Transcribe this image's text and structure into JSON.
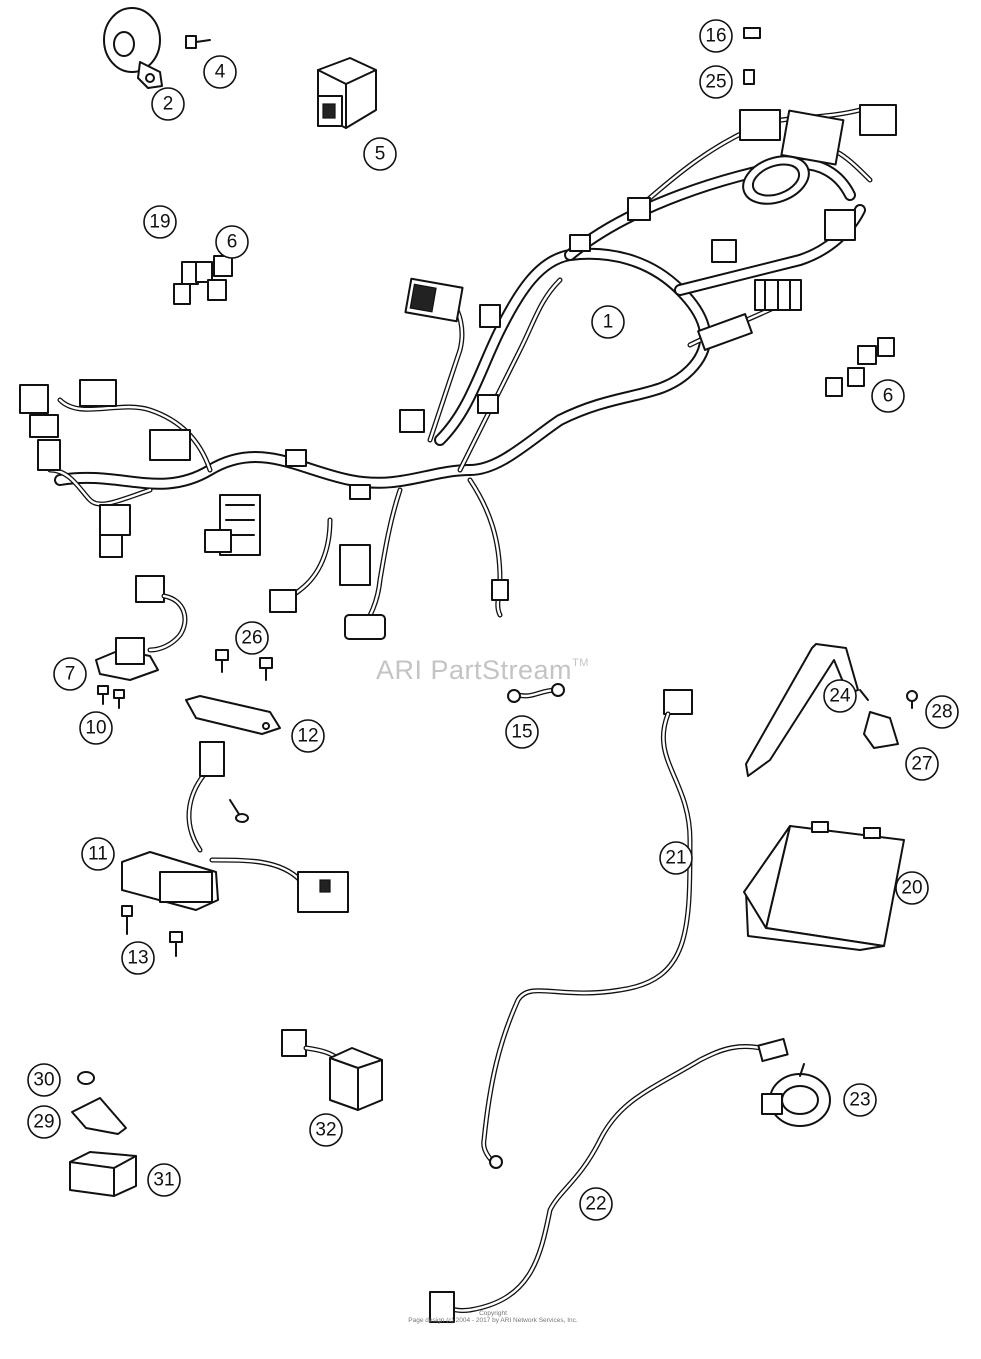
{
  "watermark": {
    "text": "ARI PartStream",
    "trademark": "TM"
  },
  "copyright": {
    "line1": "Copyright",
    "line2": "Page design (c) 2004 - 2017 by ARI Network Services, Inc."
  },
  "callouts": [
    {
      "key": "c1",
      "label": "1"
    },
    {
      "key": "c2",
      "label": "2"
    },
    {
      "key": "c4",
      "label": "4"
    },
    {
      "key": "c5",
      "label": "5"
    },
    {
      "key": "c6a",
      "label": "6"
    },
    {
      "key": "c6b",
      "label": "6"
    },
    {
      "key": "c7",
      "label": "7"
    },
    {
      "key": "c10",
      "label": "10"
    },
    {
      "key": "c11",
      "label": "11"
    },
    {
      "key": "c12",
      "label": "12"
    },
    {
      "key": "c13",
      "label": "13"
    },
    {
      "key": "c15",
      "label": "15"
    },
    {
      "key": "c16",
      "label": "16"
    },
    {
      "key": "c19",
      "label": "19"
    },
    {
      "key": "c20",
      "label": "20"
    },
    {
      "key": "c21",
      "label": "21"
    },
    {
      "key": "c22",
      "label": "22"
    },
    {
      "key": "c23",
      "label": "23"
    },
    {
      "key": "c24",
      "label": "24"
    },
    {
      "key": "c25",
      "label": "25"
    },
    {
      "key": "c26",
      "label": "26"
    },
    {
      "key": "c27",
      "label": "27"
    },
    {
      "key": "c28",
      "label": "28"
    },
    {
      "key": "c29",
      "label": "29"
    },
    {
      "key": "c30",
      "label": "30"
    },
    {
      "key": "c31",
      "label": "31"
    },
    {
      "key": "c32",
      "label": "32"
    }
  ]
}
